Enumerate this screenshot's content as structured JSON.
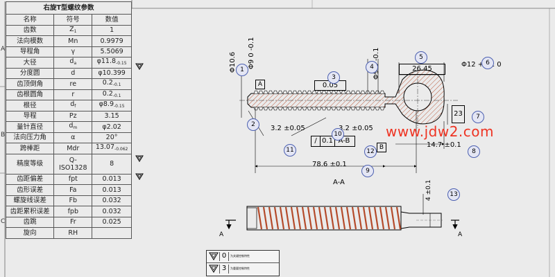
{
  "table": {
    "title": "右旋T型螺纹参数",
    "headers": [
      "名称",
      "符号",
      "数值"
    ],
    "rows": [
      {
        "name": "齿数",
        "symbol": "Z",
        "symbol_sub": "1",
        "value": "1",
        "value_sub": ""
      },
      {
        "name": "法向模数",
        "symbol": "Mn",
        "symbol_sub": "",
        "value": "0.9979",
        "value_sub": ""
      },
      {
        "name": "导程角",
        "symbol": "γ",
        "symbol_sub": "",
        "value": "5.5069",
        "value_sub": ""
      },
      {
        "name": "大径",
        "symbol": "d",
        "symbol_sub": "a",
        "value": "φ11.8",
        "value_sub": "-0.15"
      },
      {
        "name": "分度圆",
        "symbol": "d",
        "symbol_sub": "",
        "value": "φ10.399",
        "value_sub": ""
      },
      {
        "name": "齿顶倒角",
        "symbol": "re",
        "symbol_sub": "",
        "value": "0.2",
        "value_sub": "-0.1"
      },
      {
        "name": "齿根圆角",
        "symbol": "r",
        "symbol_sub": "",
        "value": "0.2",
        "value_sub": "-0.1"
      },
      {
        "name": "根径",
        "symbol": "d",
        "symbol_sub": "f",
        "value": "φ8.9",
        "value_sub": "-0.15"
      },
      {
        "name": "导程",
        "symbol": "Pz",
        "symbol_sub": "",
        "value": "3.15",
        "value_sub": ""
      },
      {
        "name": "量针直径",
        "symbol": "d",
        "symbol_sub": "m",
        "value": "φ2.02",
        "value_sub": ""
      },
      {
        "name": "法向压力角",
        "symbol": "α",
        "symbol_sub": "",
        "value": "20°",
        "value_sub": ""
      },
      {
        "name": "跨棒距",
        "symbol": "Mdr",
        "symbol_sub": "",
        "value": "13.07",
        "value_sub": "-0.062"
      },
      {
        "name": "精度等级",
        "symbol": "Q-\nISO1328",
        "symbol_sub": "",
        "value": "8",
        "value_sub": "",
        "tall": true
      },
      {
        "name": "齿距偏差",
        "symbol": "fpt",
        "symbol_sub": "",
        "value": "0.013",
        "value_sub": ""
      },
      {
        "name": "齿形误差",
        "symbol": "Fa",
        "symbol_sub": "",
        "value": "0.013",
        "value_sub": ""
      },
      {
        "name": "螺旋线误差",
        "symbol": "Fb",
        "symbol_sub": "",
        "value": "0.032",
        "value_sub": ""
      },
      {
        "name": "齿距累积误差",
        "symbol": "fpb",
        "symbol_sub": "",
        "value": "0.032",
        "value_sub": ""
      },
      {
        "name": "齿跳",
        "symbol": "Fr",
        "symbol_sub": "",
        "value": "0.025",
        "value_sub": ""
      },
      {
        "name": "旋向",
        "symbol": "RH",
        "symbol_sub": "",
        "value": "",
        "value_sub": ""
      }
    ]
  },
  "frame": {
    "zone_a": "A",
    "zone_b": "B",
    "zone_c": "C"
  },
  "dims": {
    "d10_6": "Φ10.6",
    "d9_left": "Φ9 0 -0.1",
    "d9_right": "Φ9 0 -0.1",
    "d26_45": "26.45",
    "hole12": "Φ12 +0.1 0",
    "d23": "23",
    "d14_7": "14.7 ±0.1",
    "d78_6": "78.6 ±0.1",
    "d3_2_left": "3.2 ±0.05",
    "d3_2_right": "3.2 ±0.05",
    "tol005": "0.05",
    "fcf_symbol": "/",
    "fcf_value": "0.1",
    "fcf_datum": "A-B",
    "datum_a": "A",
    "datum_b": "B",
    "section": "A-A",
    "d4": "4 ±0.1",
    "cut_a": "A"
  },
  "balloons": [
    "1",
    "2",
    "3",
    "4",
    "5",
    "6",
    "7",
    "8",
    "9",
    "10",
    "11",
    "12",
    "13"
  ],
  "watermark": "www.jdw2.com",
  "legend": [
    {
      "num": "0",
      "text": "为关键控制特性"
    },
    {
      "num": "3",
      "text": "为重要控制特性"
    }
  ]
}
